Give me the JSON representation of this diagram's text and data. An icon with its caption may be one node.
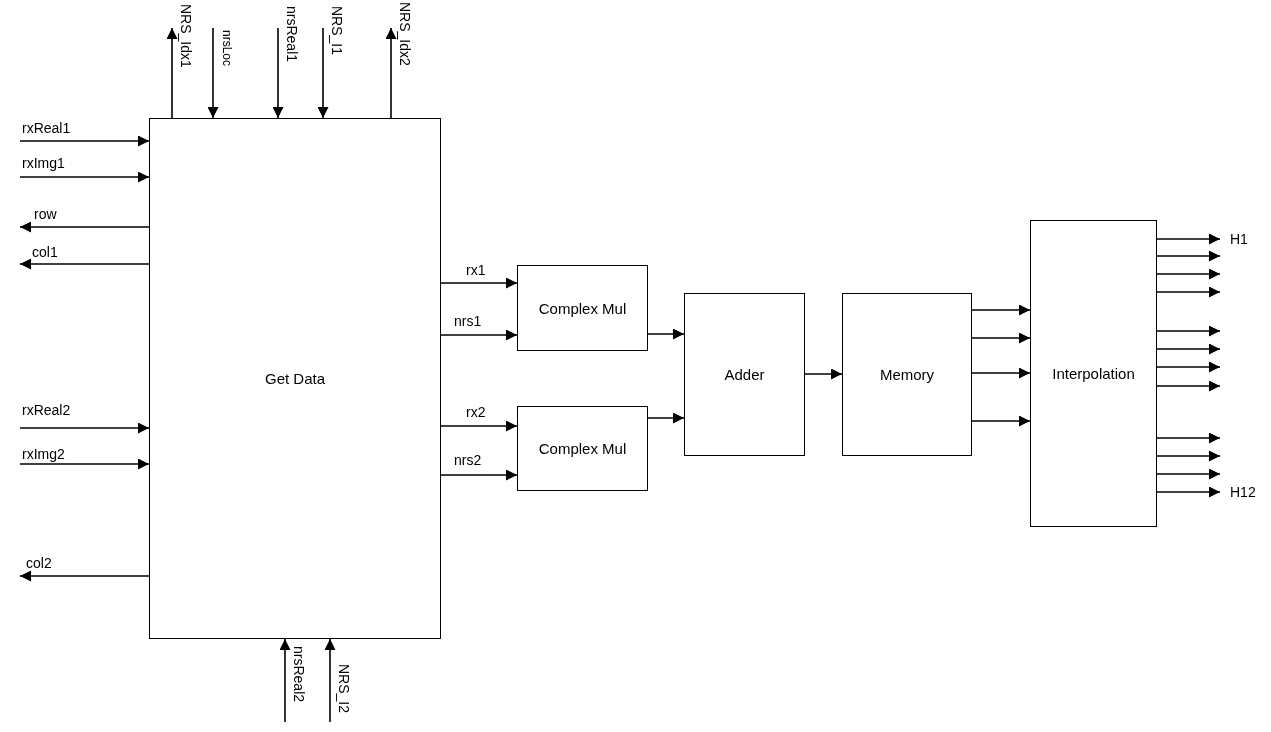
{
  "diagram": {
    "nodes": [
      {
        "text": [
          "Get Data"
        ]
      },
      {
        "text": [
          "Complex Mul"
        ]
      },
      {
        "text": [
          "Complex Mul"
        ]
      },
      {
        "text": [
          "Adder"
        ]
      },
      {
        "text": [
          "Memory"
        ]
      },
      {
        "text": [
          "Interpolation"
        ]
      }
    ],
    "edges": [
      {
        "from": 0,
        "to": null,
        "arrow": "to",
        "label": "NRS_Idx1"
      },
      {
        "from": null,
        "to": 0,
        "arrow": "to",
        "label": "nrsLoc"
      },
      {
        "from": null,
        "to": 0,
        "arrow": "to",
        "label": "nrsReal1"
      },
      {
        "from": null,
        "to": 0,
        "arrow": "to",
        "label": "NRS_I1"
      },
      {
        "from": 0,
        "to": null,
        "arrow": "to",
        "label": "NRS_Idx2"
      },
      {
        "from": null,
        "to": 0,
        "arrow": "to",
        "label": "rxReal1"
      },
      {
        "from": null,
        "to": 0,
        "arrow": "to",
        "label": "rxImg1"
      },
      {
        "from": 0,
        "to": null,
        "arrow": "to",
        "label": "row"
      },
      {
        "from": 0,
        "to": null,
        "arrow": "to",
        "label": "col1"
      },
      {
        "from": null,
        "to": 0,
        "arrow": "to",
        "label": "rxReal2"
      },
      {
        "from": null,
        "to": 0,
        "arrow": "to",
        "label": "rxImg2"
      },
      {
        "from": 0,
        "to": null,
        "arrow": "to",
        "label": "col2"
      },
      {
        "from": null,
        "to": 0,
        "arrow": "to",
        "label": "nrsReal2"
      },
      {
        "from": null,
        "to": 0,
        "arrow": "to",
        "label": "NRS_I2"
      },
      {
        "from": 0,
        "to": 1,
        "arrow": "to",
        "label": "rx1"
      },
      {
        "from": 0,
        "to": 1,
        "arrow": "to",
        "label": "nrs1"
      },
      {
        "from": 0,
        "to": 2,
        "arrow": "to",
        "label": "rx2"
      },
      {
        "from": 0,
        "to": 2,
        "arrow": "to",
        "label": "nrs2"
      },
      {
        "from": 1,
        "to": 3,
        "arrow": "to"
      },
      {
        "from": 2,
        "to": 3,
        "arrow": "to"
      },
      {
        "from": 3,
        "to": 4,
        "arrow": "to"
      },
      {
        "from": 4,
        "to": 5,
        "arrow": "to"
      },
      {
        "from": 4,
        "to": 5,
        "arrow": "to"
      },
      {
        "from": 4,
        "to": 5,
        "arrow": "to"
      },
      {
        "from": 4,
        "to": 5,
        "arrow": "to"
      },
      {
        "from": 5,
        "to": null,
        "arrow": "to",
        "label": "H1"
      },
      {
        "from": 5,
        "to": null,
        "arrow": "to"
      },
      {
        "from": 5,
        "to": null,
        "arrow": "to"
      },
      {
        "from": 5,
        "to": null,
        "arrow": "to"
      },
      {
        "from": 5,
        "to": null,
        "arrow": "to"
      },
      {
        "from": 5,
        "to": null,
        "arrow": "to"
      },
      {
        "from": 5,
        "to": null,
        "arrow": "to"
      },
      {
        "from": 5,
        "to": null,
        "arrow": "to"
      },
      {
        "from": 5,
        "to": null,
        "arrow": "to"
      },
      {
        "from": 5,
        "to": null,
        "arrow": "to"
      },
      {
        "from": 5,
        "to": null,
        "arrow": "to"
      },
      {
        "from": 5,
        "to": null,
        "arrow": "to",
        "label": "H12"
      }
    ]
  }
}
